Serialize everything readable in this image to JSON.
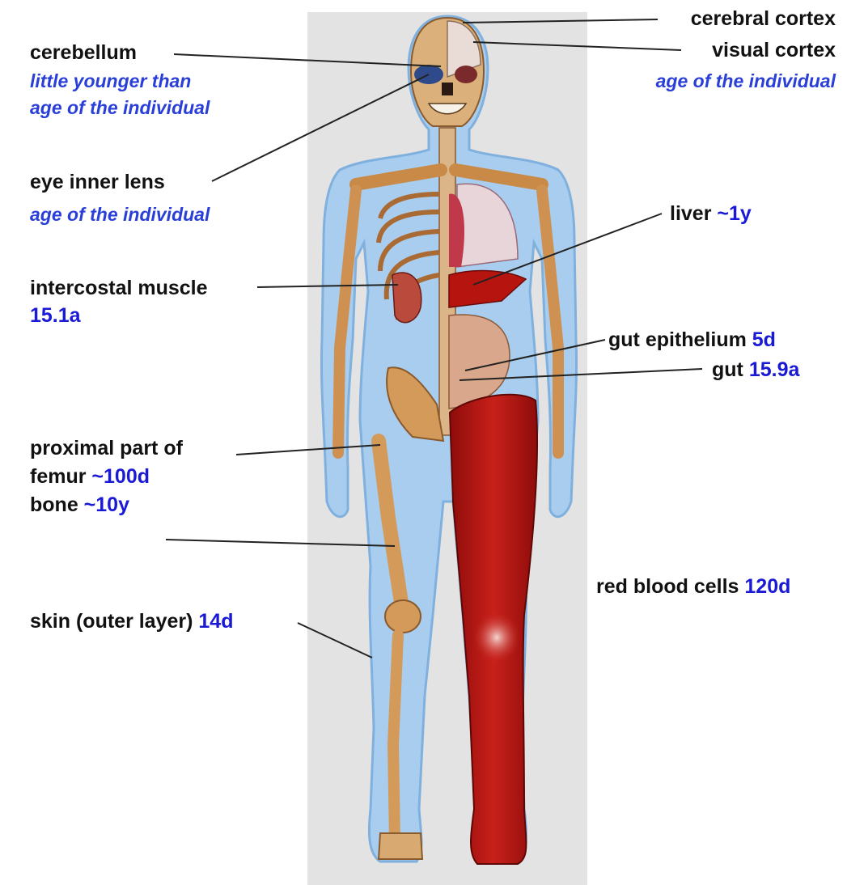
{
  "colors": {
    "label": "#111111",
    "value": "#1a1ad6",
    "age_note": "#2a3fd8",
    "panel": "#e3e3e3",
    "body_outline": "#9ec3e6",
    "bone": "#d49a5a",
    "muscle": "#b3120f",
    "leader_line": "#222222"
  },
  "labels": {
    "cerebral_cortex": {
      "text": "cerebral cortex"
    },
    "visual_cortex": {
      "text": "visual cortex",
      "note": "age of the individual"
    },
    "cerebellum": {
      "text": "cerebellum",
      "note_line1": "little younger than",
      "note_line2": "age of the individual"
    },
    "eye_lens": {
      "text": "eye inner lens",
      "note": "age of the individual"
    },
    "liver": {
      "text": "liver",
      "value": "~1y"
    },
    "intercostal": {
      "text": "intercostal muscle",
      "value": "15.1a"
    },
    "gut_epithelium": {
      "text": "gut epithelium",
      "value": "5d"
    },
    "gut": {
      "text": "gut",
      "value": "15.9a"
    },
    "femur": {
      "line1": "proximal part of",
      "text": "femur",
      "value": "~100d"
    },
    "bone": {
      "text": "bone",
      "value": "~10y"
    },
    "rbc": {
      "text": "red blood cells",
      "value": "120d"
    },
    "skin": {
      "text": "skin (outer layer)",
      "value": "14d"
    }
  }
}
